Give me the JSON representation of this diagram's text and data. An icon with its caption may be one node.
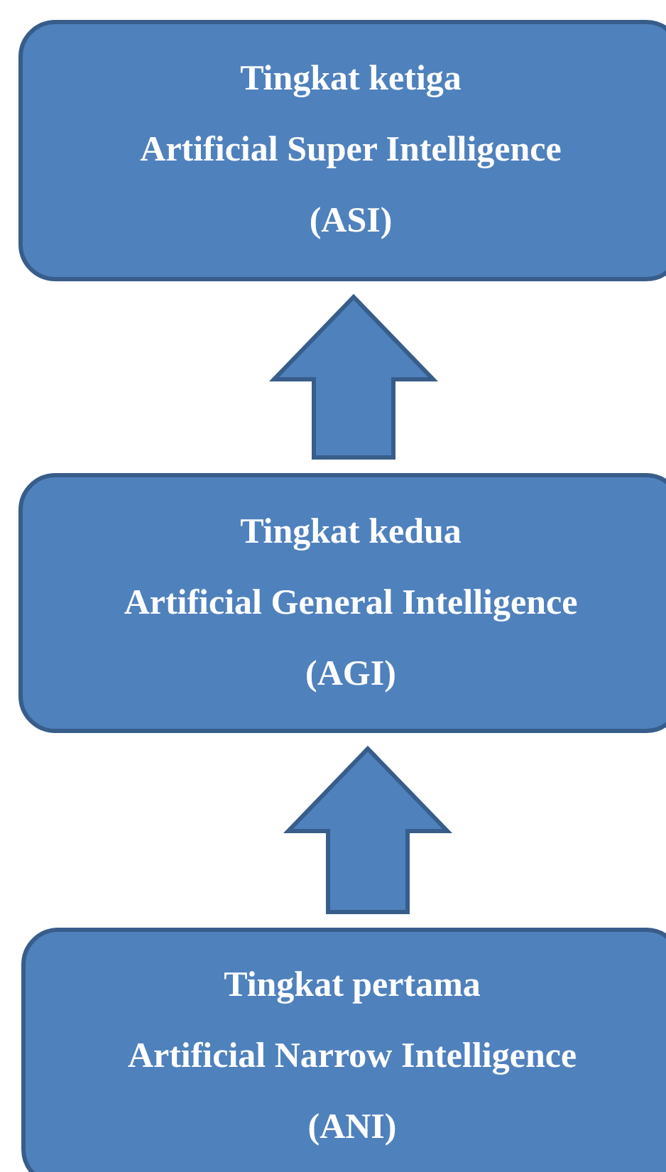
{
  "diagram": {
    "nodes": [
      {
        "text": [
          "Tingkat ketiga",
          "Artificial Super Intelligence",
          "(ASI)"
        ]
      },
      {
        "text": [
          "Tingkat kedua",
          "Artificial General Intelligence",
          "(AGI)"
        ]
      },
      {
        "text": [
          "Tingkat pertama",
          "Artificial Narrow Intelligence",
          "(ANI)"
        ]
      }
    ],
    "edges": [
      {
        "from": 1,
        "to": 0,
        "arrow": "to"
      },
      {
        "from": 2,
        "to": 1,
        "arrow": "to"
      }
    ]
  }
}
